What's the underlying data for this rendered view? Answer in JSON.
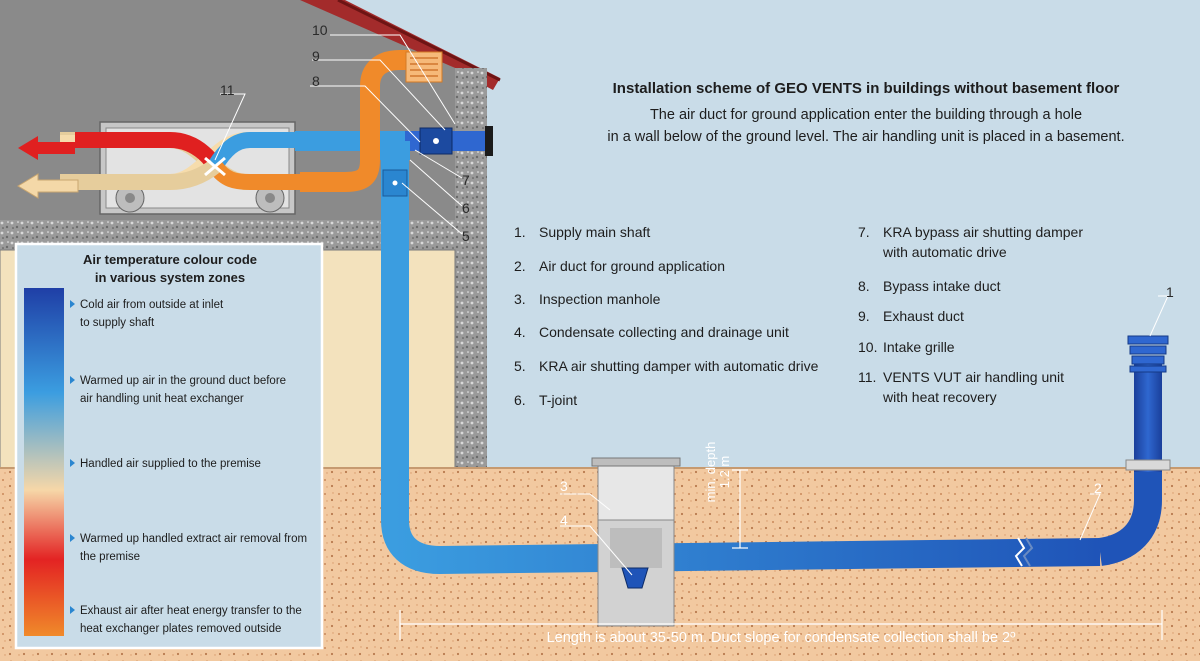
{
  "title": "Installation scheme of GEO VENTS in buildings without basement floor",
  "description": [
    "The air duct for ground application enter the building through a hole",
    "in a wall below of the ground level. The air handling unit is placed in a basement."
  ],
  "legend_left": [
    {
      "num": "1.",
      "text": "Supply main shaft"
    },
    {
      "num": "2.",
      "text": "Air duct for ground application"
    },
    {
      "num": "3.",
      "text": "Inspection manhole"
    },
    {
      "num": "4.",
      "text": "Condensate collecting and drainage unit"
    },
    {
      "num": "5.",
      "text": "KRA air shutting damper with automatic drive"
    },
    {
      "num": "6.",
      "text": "T-joint"
    }
  ],
  "legend_right": [
    {
      "num": "7.",
      "text": "KRA bypass air shutting damper",
      "cont": "with automatic drive"
    },
    {
      "num": "8.",
      "text": "Bypass intake duct"
    },
    {
      "num": "9.",
      "text": "Exhaust duct"
    },
    {
      "num": "10.",
      "text": "Intake grille"
    },
    {
      "num": "11.",
      "text": "VENTS VUT air handling unit",
      "cont": "with heat recovery"
    }
  ],
  "colour_code": {
    "title_line1": "Air temperature colour code",
    "title_line2": "in various system zones",
    "labels": [
      {
        "line1": "Cold air from outside at inlet",
        "line2": "to supply shaft"
      },
      {
        "line1": "Warmed up air in the ground duct before",
        "line2": "air handling unit heat exchanger"
      },
      {
        "line1": "Handled air supplied to the premise",
        "line2": ""
      },
      {
        "line1": "Warmed up handled extract air removal from",
        "line2": "the premise"
      },
      {
        "line1": "Exhaust air after heat energy transfer to the",
        "line2": "heat exchanger plates removed outside"
      }
    ]
  },
  "callouts": {
    "c1": "1",
    "c2": "2",
    "c3": "3",
    "c4": "4",
    "c5": "5",
    "c6": "6",
    "c7": "7",
    "c8": "8",
    "c9": "9",
    "c10": "10",
    "c11": "11"
  },
  "depth_label_1": "min. depth",
  "depth_label_2": "1.2 m",
  "footer": "Length is about 35-50 m. Duct slope for condensate collection shall be 2º",
  "colors": {
    "sky": "#c9dce8",
    "soil": "#f2c9a0",
    "wall": "#8d8d8d",
    "cold_duct": "#1f54b8",
    "warm_duct": "#3b9de0",
    "exhaust": "#f08a2a",
    "supply_hot": "#e02020"
  }
}
